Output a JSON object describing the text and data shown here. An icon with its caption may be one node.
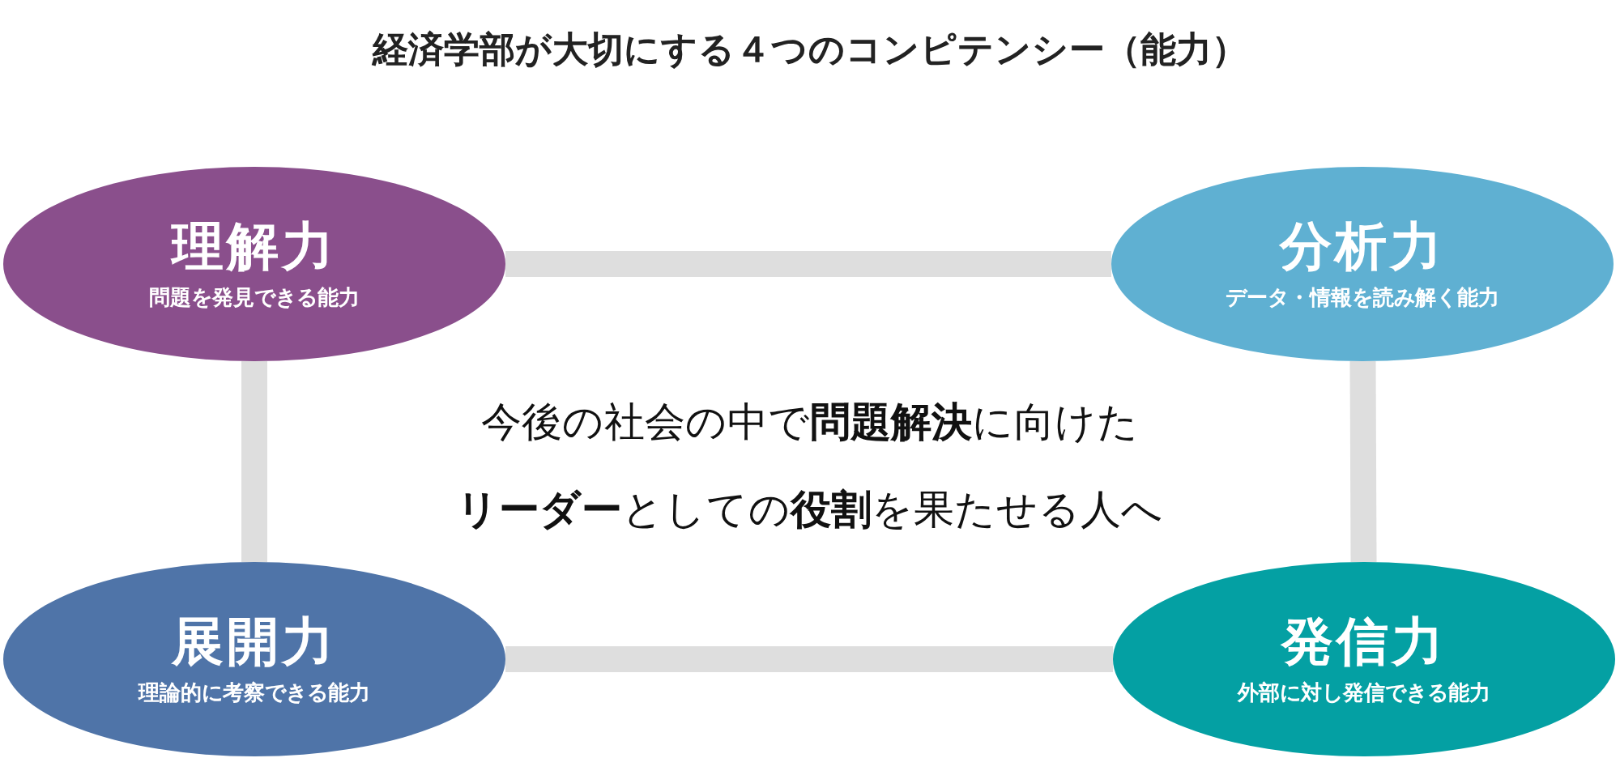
{
  "diagram": {
    "title": "経済学部が大切にする４つのコンピテンシー（能力）",
    "nodes": [
      {
        "text": [
          "理解力",
          "問題を発見できる能力"
        ]
      },
      {
        "text": [
          "分析力",
          "データ・情報を読み解く能力"
        ]
      },
      {
        "text": [
          "展開力",
          "理論的に考察できる能力"
        ]
      },
      {
        "text": [
          "発信力",
          "外部に対し発信できる能力"
        ]
      }
    ],
    "edges": [
      {
        "from": 0,
        "to": 1,
        "arrow": "none"
      },
      {
        "from": 0,
        "to": 2,
        "arrow": "none"
      },
      {
        "from": 1,
        "to": 3,
        "arrow": "none"
      },
      {
        "from": 2,
        "to": 3,
        "arrow": "none"
      }
    ],
    "labels": [
      "今後の社会の中で**問題解決**に向けた",
      "**リーダー**としての**役割**を果たせる人へ"
    ]
  }
}
